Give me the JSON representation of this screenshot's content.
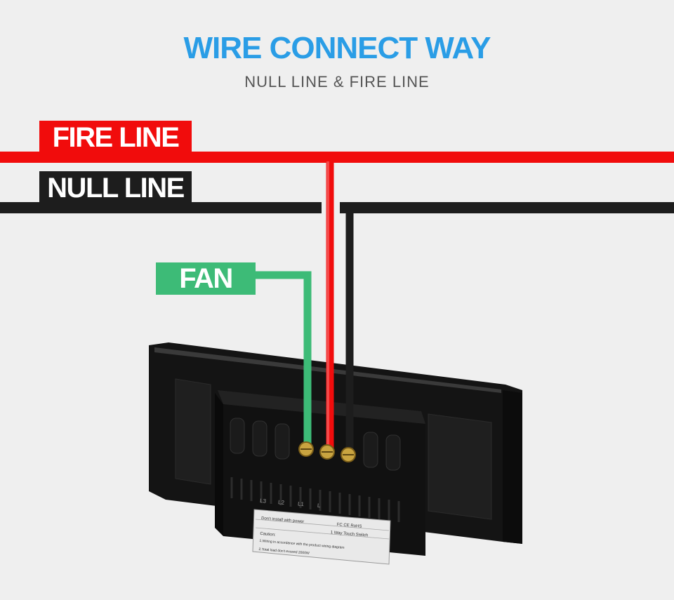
{
  "header": {
    "title": "WIRE CONNECT WAY",
    "subtitle": "NULL LINE & FIRE LINE"
  },
  "labels": {
    "fire": "FIRE LINE",
    "null": "NULL LINE",
    "fan": "FAN"
  },
  "switch": {
    "terminals": [
      "L3",
      "L2",
      "L1",
      "L"
    ],
    "sticker_line1": "Don't install with power",
    "sticker_line2": "FC CE RoHS",
    "sticker_line3": "1 Way Touch Switch",
    "sticker_caution": "Caution:",
    "sticker_note1": "1.Wiring in accordance with the product wiring diagram",
    "sticker_note2": "2.Total load don't exceed 2000W"
  },
  "colors": {
    "title": "#2a9de6",
    "fire": "#f10c0c",
    "null": "#1d1d1d",
    "fan": "#3dbb77",
    "background": "#efefef"
  }
}
